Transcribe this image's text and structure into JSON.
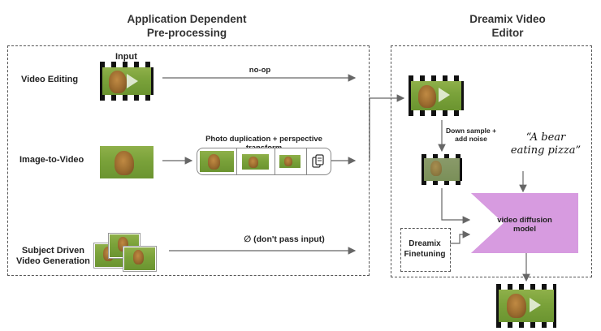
{
  "headers": {
    "left_line1": "Application Dependent",
    "left_line2": "Pre-processing",
    "right_line1": "Dreamix Video",
    "right_line2": "Editor"
  },
  "rows": {
    "input_label": "Input",
    "video_editing": "Video Editing",
    "image_to_video": "Image-to-Video",
    "subject_line1": "Subject Driven",
    "subject_line2": "Video Generation"
  },
  "edges": {
    "noop": "no-op",
    "photo_dup": "Photo duplication + perspective transform",
    "dont_pass": "∅ (don't pass input)"
  },
  "editor": {
    "downsample_line1": "Down sample +",
    "downsample_line2": "add noise",
    "prompt_line1": "“A bear",
    "prompt_line2": "eating pizza”",
    "model_line1": "video diffusion",
    "model_line2": "model",
    "finetune_line1": "Dreamix",
    "finetune_line2": "Finetuning"
  },
  "colors": {
    "model_fill": "#d79be0",
    "arrow": "#666666"
  },
  "icons": {
    "copy": "copy-icon",
    "play": "play-icon"
  }
}
